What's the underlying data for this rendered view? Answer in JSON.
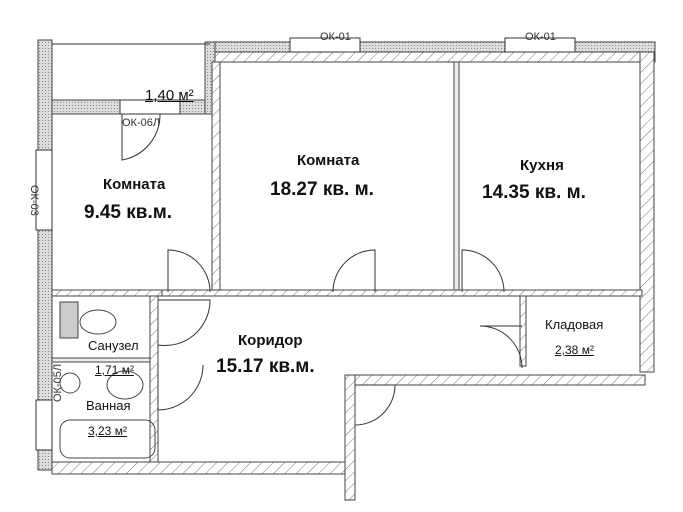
{
  "rooms": {
    "room1": {
      "name": "Комната",
      "area": "9.45 кв.м."
    },
    "room2": {
      "name": "Комната",
      "area": "18.27 кв. м."
    },
    "kitchen": {
      "name": "Кухня",
      "area": "14.35 кв. м."
    },
    "corridor": {
      "name": "Коридор",
      "area": "15.17 кв.м."
    },
    "storage": {
      "name": "Кладовая",
      "area": "2,38 м²"
    },
    "toilet": {
      "name": "Санузел",
      "area": "1,71 м²"
    },
    "bathroom": {
      "name": "Ванная",
      "area": "3,23 м²"
    },
    "balcony": {
      "area": "1,40 м²"
    }
  },
  "windows": {
    "ok01_a": "ОК-01",
    "ok01_b": "ОК-01",
    "ok06l": "ОК-06Л",
    "ok03": "ОК-03",
    "ok05l": "ОК-05Л"
  },
  "colors": {
    "wall": "#555555",
    "hatch": "#888888",
    "text": "#111111"
  }
}
